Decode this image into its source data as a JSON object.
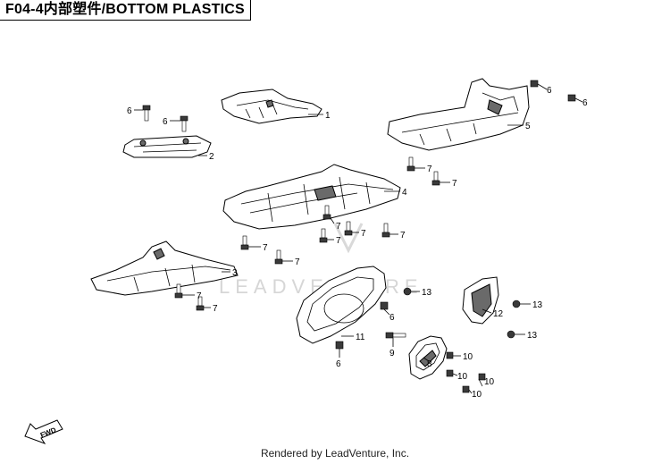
{
  "title": "F04-4内部塑件/BOTTOM PLASTICS",
  "watermark": "LEADVENTURE",
  "footer": "Rendered by LeadVenture, Inc.",
  "fwd_label": "FWD",
  "callouts": {
    "c1": "1",
    "c2": "2",
    "c3": "3",
    "c4": "4",
    "c5": "5",
    "c6a": "6",
    "c6b": "6",
    "c6c": "6",
    "c6d": "6",
    "c6e": "6",
    "c6f": "6",
    "c7a": "7",
    "c7b": "7",
    "c7c": "7",
    "c7d": "7",
    "c7e": "7",
    "c7f": "7",
    "c7g": "7",
    "c7h": "7",
    "c7i": "7",
    "c7j": "7",
    "c8": "8",
    "c9": "9",
    "c10a": "10",
    "c10b": "10",
    "c10c": "10",
    "c10d": "10",
    "c11": "11",
    "c12": "12",
    "c13a": "13",
    "c13b": "13",
    "c13c": "13"
  }
}
